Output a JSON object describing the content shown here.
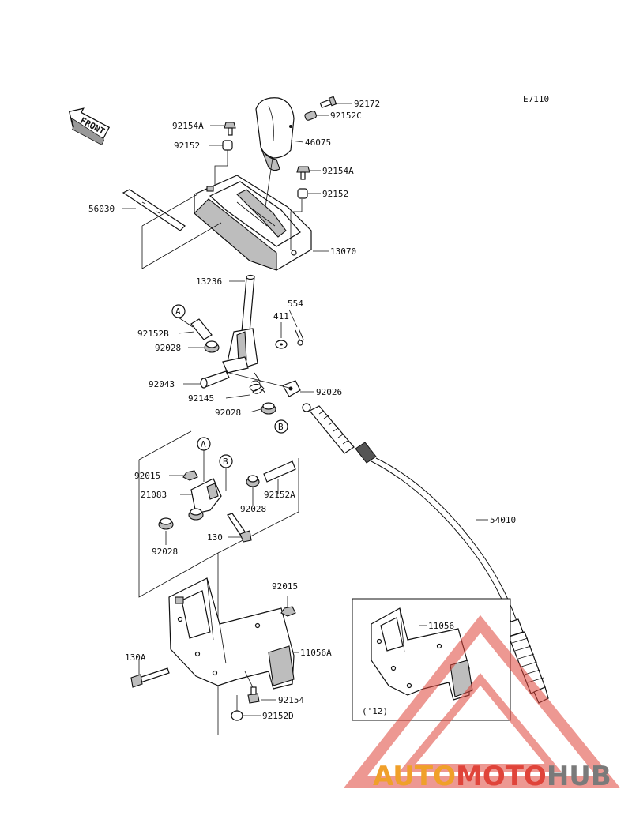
{
  "diagram_code": "E7110",
  "front_label": "FRONT",
  "parts": {
    "p92172": "92172",
    "p92152C": "92152C",
    "p92154A_top": "92154A",
    "p92152_top": "92152",
    "p46075": "46075",
    "p92154A_right": "92154A",
    "p92152_right": "92152",
    "p56030": "56030",
    "p13070": "13070",
    "p13236": "13236",
    "p554": "554",
    "p411": "411",
    "p92152B": "92152B",
    "p92028_a": "92028",
    "p92043": "92043",
    "p92026": "92026",
    "p92145": "92145",
    "p92028_b": "92028",
    "p92015_a": "92015",
    "p21083": "21083",
    "p92028_c": "92028",
    "p92152A": "92152A",
    "p130": "130",
    "p92028_d": "92028",
    "p54010": "54010",
    "p92015_b": "92015",
    "p11056": "11056",
    "p11056A": "11056A",
    "p130A": "130A",
    "p92154": "92154",
    "p92152D": "92152D"
  },
  "callouts": {
    "A_top": "A",
    "B_bottom": "B",
    "A_lower": "A",
    "B_lower": "B"
  },
  "inset_note": "('12)",
  "watermark": {
    "part1": "AUTO",
    "part2": "MOTO",
    "part3": "HUB",
    "color_auto": "#f0a02a",
    "color_moto": "#e0443a",
    "color_hub": "#7a7a7a"
  }
}
